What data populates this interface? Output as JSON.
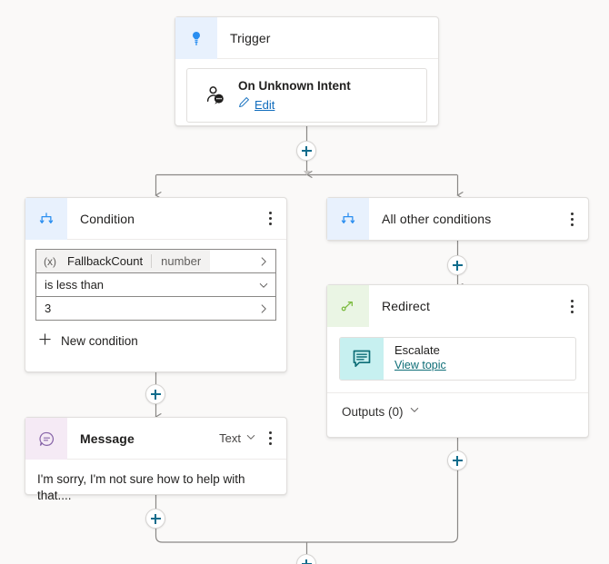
{
  "canvas": {
    "background": "#faf9f8",
    "wire_color": "#8a8886",
    "accent": "#0f6cbd",
    "plus_color": "#0f6c8c"
  },
  "nodes": {
    "trigger": {
      "title": "Trigger",
      "icon": "trigger-lightbulb-icon",
      "icon_color": "#2a8ef0",
      "header_bg": "#e8f1fd",
      "event": {
        "title": "On Unknown Intent",
        "icon": "person-chat-icon",
        "edit_label": "Edit",
        "edit_icon": "pencil-icon"
      }
    },
    "condition": {
      "title": "Condition",
      "icon": "branch-condition-icon",
      "icon_color": "#2a8ef0",
      "header_bg": "#e8f1fd",
      "menu_icon": "kebab-menu-icon",
      "variable": {
        "prefix": "(x)",
        "name": "FallbackCount",
        "type": "number",
        "chevron": "chevron-right-icon"
      },
      "operator": {
        "value": "is less than",
        "chevron": "chevron-down-icon"
      },
      "value": {
        "value": "3",
        "chevron": "chevron-right-icon"
      },
      "new_condition_label": "New condition",
      "new_condition_icon": "plus-icon"
    },
    "all_other_conditions": {
      "title": "All other conditions",
      "icon": "branch-condition-icon",
      "icon_color": "#2a8ef0",
      "header_bg": "#e8f1fd",
      "menu_icon": "kebab-menu-icon"
    },
    "message": {
      "title": "Message",
      "icon": "message-bubble-icon",
      "icon_color": "#8764a8",
      "header_bg": "#f5eaf5",
      "type_selector": {
        "value": "Text",
        "chevron": "chevron-down-icon"
      },
      "menu_icon": "kebab-menu-icon",
      "body_text": "I'm sorry, I'm not sure how to help with that...."
    },
    "redirect": {
      "title": "Redirect",
      "icon": "redirect-arrow-icon",
      "icon_color": "#7cbb3f",
      "header_bg": "#eaf5e4",
      "menu_icon": "kebab-menu-icon",
      "topic": {
        "name": "Escalate",
        "link_label": "View topic",
        "icon": "topic-bubble-icon",
        "icon_bg": "#c7f0f0"
      },
      "outputs": {
        "label": "Outputs (0)",
        "chevron": "chevron-down-icon"
      }
    }
  },
  "add_buttons": [
    {
      "name": "add-node-after-trigger",
      "icon": "plus-icon"
    },
    {
      "name": "add-node-after-all-other-conditions",
      "icon": "plus-icon"
    },
    {
      "name": "add-node-after-condition",
      "icon": "plus-icon"
    },
    {
      "name": "add-node-after-message",
      "icon": "plus-icon"
    },
    {
      "name": "add-node-after-redirect",
      "icon": "plus-icon"
    },
    {
      "name": "add-node-after-merge",
      "icon": "plus-icon"
    }
  ]
}
